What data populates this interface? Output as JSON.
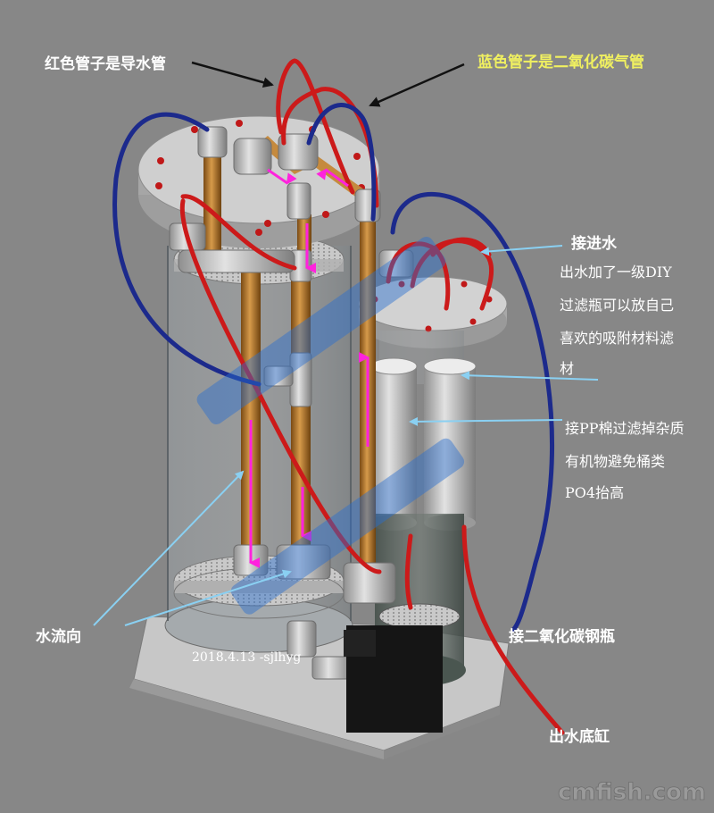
{
  "labels": {
    "red_pipe": "红色管子是导水管",
    "blue_pipe": "蓝色管子是二氧化碳气管",
    "water_in": "接进水",
    "diy_note": [
      "出水加了一级DIY",
      "过滤瓶可以放自己",
      "喜欢的吸附材料滤",
      "材"
    ],
    "pp_note": [
      "接PP棉过滤掉杂质",
      "有机物避免桶类",
      "PO4抬高"
    ],
    "flow": "水流向",
    "co2_bottle": "接二氧化碳钢瓶",
    "outlet": "出水底缸",
    "date": "2018.4.13 -sjlhyg",
    "logo": "cmfish.com"
  },
  "colors": {
    "background": "#878787",
    "red_pipe": "#cc1a1a",
    "blue_pipe": "#1c2a8c",
    "annotation_arrow": "#8ad0f2",
    "flow_arrow": "#ff22dd",
    "red_label": "#ffffff",
    "yellow_label": "#f0f060"
  }
}
